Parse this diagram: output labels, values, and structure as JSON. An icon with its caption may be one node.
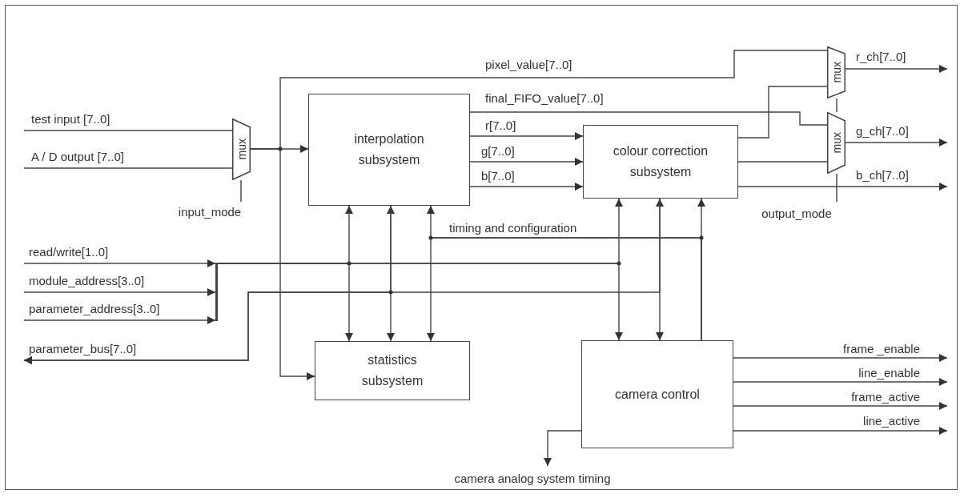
{
  "diagram": {
    "nodes": [
      {
        "text": [
          "mux"
        ]
      },
      {
        "text": [
          "interpolation subsystem"
        ]
      },
      {
        "text": [
          "colour correction subsystem"
        ]
      },
      {
        "text": [
          "statistics subsystem"
        ]
      },
      {
        "text": [
          "camera control"
        ]
      },
      {
        "text": [
          "mux"
        ]
      },
      {
        "text": [
          "mux"
        ]
      },
      {
        "text": [],
        "shape": "bar"
      }
    ],
    "edges": [
      {
        "from": null,
        "to": 0,
        "arrow": "none",
        "label": "test input [7..0]"
      },
      {
        "from": null,
        "to": 0,
        "arrow": "none",
        "label": "A / D output [7..0]"
      },
      {
        "from": null,
        "to": 0,
        "arrow": "none",
        "label": "input_mode"
      },
      {
        "from": 0,
        "to": 1,
        "arrow": "to"
      },
      {
        "from": 0,
        "to": 3,
        "arrow": "to"
      },
      {
        "from": 0,
        "to": 5,
        "arrow": "none",
        "label": "pixel_value[7..0]"
      },
      {
        "from": 1,
        "to": 6,
        "arrow": "none",
        "label": "final_FIFO_value[7..0]"
      },
      {
        "from": 1,
        "to": 2,
        "arrow": "to",
        "label": "r[7..0]"
      },
      {
        "from": 1,
        "to": 2,
        "arrow": "to",
        "label": "g[7..0]"
      },
      {
        "from": 1,
        "to": 2,
        "arrow": "to",
        "label": "b[7..0]"
      },
      {
        "from": 2,
        "to": 5,
        "arrow": "none"
      },
      {
        "from": 2,
        "to": 6,
        "arrow": "none"
      },
      {
        "from": 2,
        "to": null,
        "arrow": "to",
        "label": "b_ch[7..0]"
      },
      {
        "from": 5,
        "to": null,
        "arrow": "to",
        "label": "r_ch[7..0]"
      },
      {
        "from": 6,
        "to": null,
        "arrow": "to",
        "label": "g_ch[7..0]"
      },
      {
        "from": null,
        "to": 6,
        "arrow": "none",
        "label": "output_mode"
      },
      {
        "from": 6,
        "to": 5,
        "arrow": "none"
      },
      {
        "from": null,
        "to": 7,
        "arrow": "to",
        "label": "read/write[1..0]"
      },
      {
        "from": null,
        "to": 7,
        "arrow": "to",
        "label": "module_address[3..0]"
      },
      {
        "from": null,
        "to": 7,
        "arrow": "to",
        "label": "parameter_address[3..0]"
      },
      {
        "from": 7,
        "to": 1,
        "arrow": "to"
      },
      {
        "from": 7,
        "to": 3,
        "arrow": "to"
      },
      {
        "from": 7,
        "to": 2,
        "arrow": "to"
      },
      {
        "from": 7,
        "to": 4,
        "arrow": "to"
      },
      {
        "from": 1,
        "to": 3,
        "arrow": "both"
      },
      {
        "from": 2,
        "to": 4,
        "arrow": "both"
      },
      {
        "from": 1,
        "to": null,
        "arrow": "to",
        "label": "parameter_bus[7..0]"
      },
      {
        "from": 2,
        "to": null,
        "arrow": "to"
      },
      {
        "from": 4,
        "to": 1,
        "arrow": "to",
        "label": "timing and configuration"
      },
      {
        "from": 4,
        "to": 3,
        "arrow": "to"
      },
      {
        "from": 4,
        "to": 2,
        "arrow": "to"
      },
      {
        "from": 4,
        "to": null,
        "arrow": "to",
        "label": "frame _enable"
      },
      {
        "from": 4,
        "to": null,
        "arrow": "to",
        "label": "line_enable"
      },
      {
        "from": 4,
        "to": null,
        "arrow": "to",
        "label": "frame_active"
      },
      {
        "from": 4,
        "to": null,
        "arrow": "to",
        "label": "line_active"
      },
      {
        "from": 4,
        "to": null,
        "arrow": "to",
        "label": "camera analog system timing"
      }
    ]
  }
}
